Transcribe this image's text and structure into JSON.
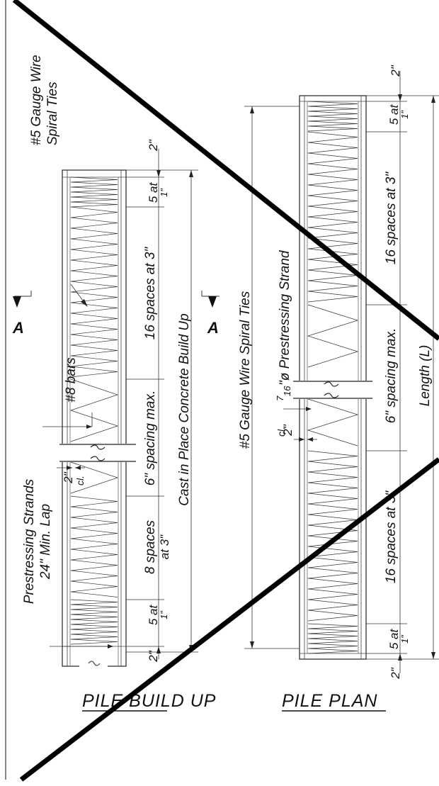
{
  "build_up": {
    "title": "PILE BUILD UP",
    "spiral_ties": [
      "#5 Gauge Wire",
      "Spiral Ties"
    ],
    "dim_top": "2\"",
    "ties_5": "5 at",
    "ties_5_spacing": "1\"",
    "ties_16": "16 spaces at 3\"",
    "spacing_max": "6\" spacing max.",
    "ties_8a": "8 spaces",
    "ties_8b": "at 3\"",
    "dim_bottom": "2\"",
    "length_label": "Cast in Place Concrete Build Up",
    "bars": "#8 bars",
    "cover": "2\"",
    "cover_cl": "cl.",
    "strands": [
      "Prestressing Strands",
      "24\" Min. Lap"
    ]
  },
  "pile_plan": {
    "title": "PILE PLAN",
    "spiral_ties": "#5 Gauge Wire Spiral Ties",
    "strand_a": "7",
    "strand_b": "16",
    "strand_c": "\"ø Prestressing Strand",
    "cover": "2\"",
    "cover_cl": "cl.",
    "dim_top": "2\"",
    "ties_5": "5 at",
    "ties_5_spacing": "1\"",
    "ties_16": "16 spaces at 3\"",
    "spacing_max": "6\" spacing max.",
    "dim_bottom": "2\"",
    "length_label": "Length (L)"
  },
  "section_label": "A"
}
